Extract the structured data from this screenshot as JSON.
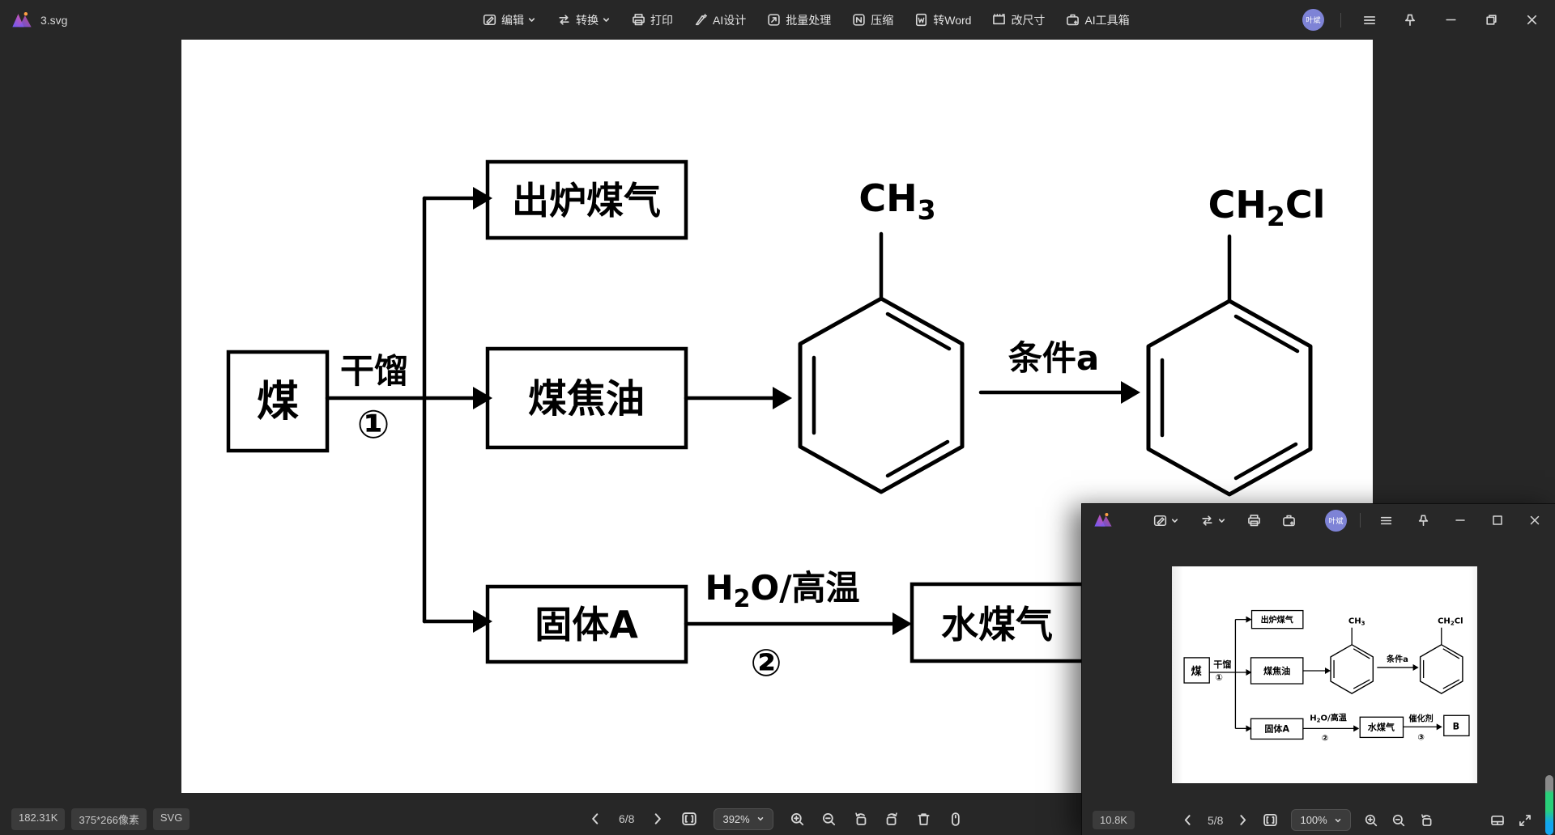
{
  "theme": {
    "titlebar_bg": "#272727",
    "canvas_bg": "#ffffff",
    "badge_bg": "#3b3b3b",
    "avatar_bg": "#7e83d6",
    "logo_gradient_start": "#6a5af9",
    "logo_gradient_end": "#e0519e",
    "logo_dot": "#ffa042",
    "scrollbar_green": "#29d07a",
    "scrollbar_blue": "#12a5ee",
    "diagram_ink": "#000000"
  },
  "main_window": {
    "title": "3.svg",
    "menu": [
      {
        "label": "编辑",
        "dropdown": true
      },
      {
        "label": "转换",
        "dropdown": true
      },
      {
        "label": "打印"
      },
      {
        "label": "AI设计"
      },
      {
        "label": "批量处理"
      },
      {
        "label": "压缩"
      },
      {
        "label": "转Word"
      },
      {
        "label": "改尺寸"
      },
      {
        "label": "AI工具箱"
      }
    ],
    "avatar": "叶斌",
    "status": {
      "file_size": "182.31K",
      "dimensions": "375*266像素",
      "format": "SVG"
    },
    "nav": {
      "page": "6/8",
      "zoom": "392%"
    }
  },
  "mini_window": {
    "avatar": "叶斌",
    "status": {
      "file_size": "10.8K",
      "page": "5/8",
      "zoom": "100%"
    }
  },
  "diagram": {
    "coal": "煤",
    "process": "干馏",
    "step1": "①",
    "step2": "②",
    "step3": "③",
    "furnace_gas": "出炉煤气",
    "coal_tar": "煤焦油",
    "solid_a": "固体A",
    "water_gas": "水煤气",
    "condition_a": "条件a",
    "catalyst": "催化剂",
    "product_b": "B",
    "ch": "CH",
    "sub_three": "3",
    "sub_two": "2",
    "cl": "Cl",
    "h": "H",
    "o_slash_hot": "O/高温"
  }
}
